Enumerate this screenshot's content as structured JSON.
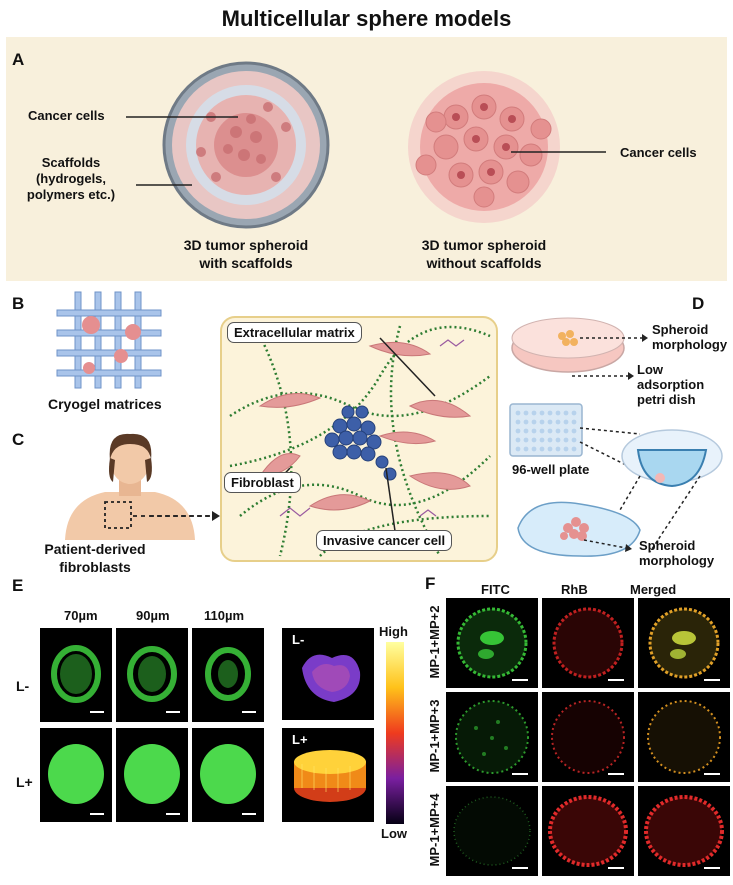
{
  "title": "Multicellular sphere models",
  "panels": {
    "a": "A",
    "b": "B",
    "c": "C",
    "d": "D",
    "e": "E",
    "f": "F"
  },
  "panel_a": {
    "left_label_cancer": "Cancer cells",
    "left_label_scaffolds": "Scaffolds\n(hydrogels,\npolymers etc.)",
    "left_caption": "3D tumor spheroid\nwith scaffolds",
    "right_label_cancer": "Cancer cells",
    "right_caption": "3D tumor spheroid\nwithout scaffolds"
  },
  "panel_b": {
    "caption": "Cryogel matrices"
  },
  "panel_c": {
    "caption": "Patient-derived\nfibroblasts"
  },
  "center": {
    "ecm": "Extracellular matrix",
    "fibroblast": "Fibroblast",
    "invasive": "Invasive cancer cell"
  },
  "panel_d": {
    "spheroid1": "Spheroid\nmorphology",
    "low_ads": "Low adsorption\npetri dish",
    "plate": "96-well plate",
    "spheroid2": "Spheroid\nmorphology"
  },
  "panel_e": {
    "cols": [
      "70µm",
      "90µm",
      "110µm"
    ],
    "rows": [
      "L-",
      "L+"
    ],
    "inset_top": "L-",
    "inset_bottom": "L+",
    "scale_high": "High",
    "scale_low": "Low"
  },
  "panel_f": {
    "cols": [
      "FITC",
      "RhB",
      "Merged"
    ],
    "rows": [
      "MP-1+MP+2",
      "MP-1+MP+3",
      "MP-1+MP+4"
    ]
  },
  "colors": {
    "panel_a_bg": "#f8f0dc",
    "center_bg": "#fcf3da",
    "center_border": "#e7cf8a",
    "cancer_pink": "#e89a9a",
    "fiber_green": "#2e7d32",
    "cancer_blue": "#3d5fa8"
  }
}
